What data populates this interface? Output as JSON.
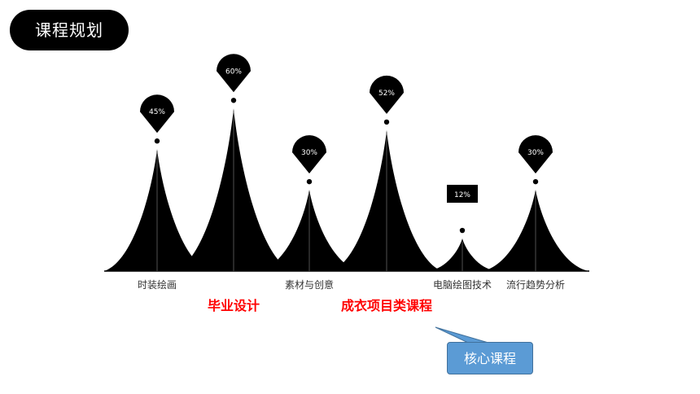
{
  "header": {
    "title": "课程规划"
  },
  "callout": {
    "label": "核心课程"
  },
  "colors": {
    "peak": "#000000",
    "highlight": "#ff0000",
    "callout": "#5b9bd5"
  },
  "chart_data": {
    "type": "area",
    "categories": [
      "时装绘画",
      "毕业设计",
      "素材与创意",
      "成衣项目类课程",
      "电脑绘图技术",
      "流行趋势分析"
    ],
    "values": [
      45,
      60,
      30,
      52,
      12,
      30
    ],
    "labels": [
      "45%",
      "60%",
      "30%",
      "52%",
      "12%",
      "30%"
    ],
    "highlighted": [
      false,
      true,
      false,
      true,
      false,
      false
    ],
    "ylim": [
      0,
      70
    ]
  }
}
